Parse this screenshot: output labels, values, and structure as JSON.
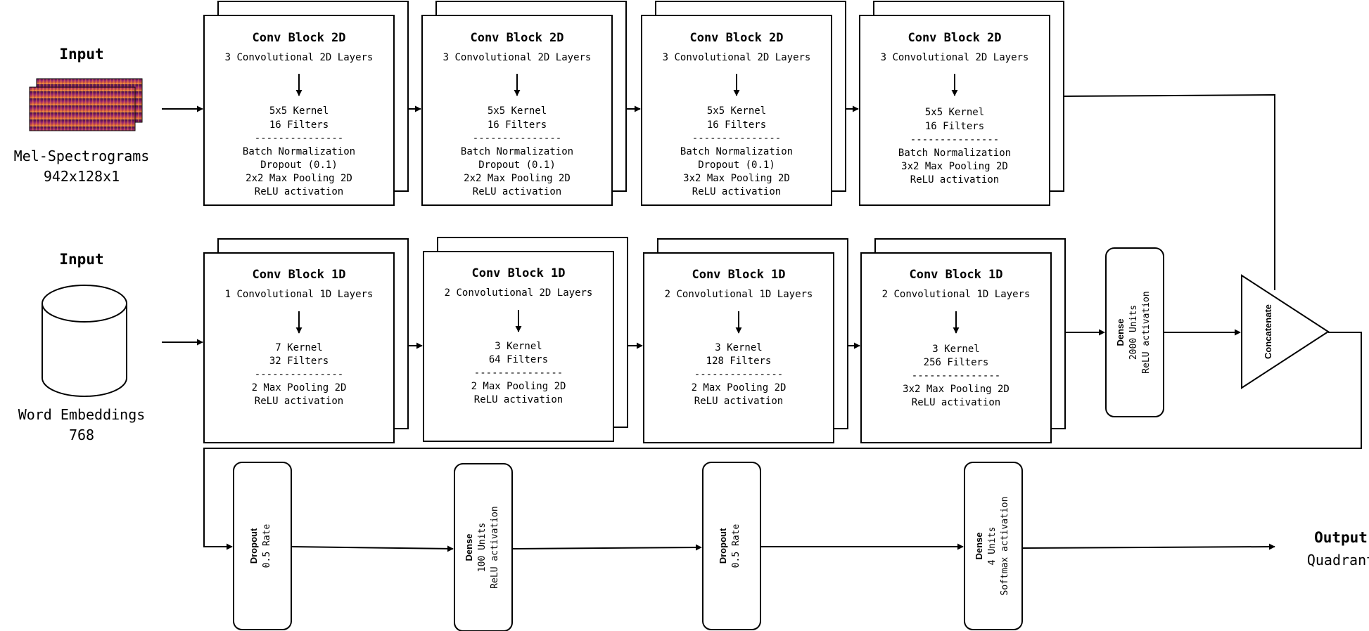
{
  "inputs": {
    "spectrogram": {
      "title": "Input",
      "label_line1": "Mel-Spectrograms",
      "label_line2": "942x128x1"
    },
    "embeddings": {
      "title": "Input",
      "label_line1": "Word Embeddings",
      "label_line2": "768"
    }
  },
  "conv2d_blocks": [
    {
      "title": "Conv Block 2D",
      "subtitle": "3 Convolutional 2D Layers",
      "lines": [
        "5x5 Kernel",
        "16 Filters",
        "---------------",
        "Batch Normalization",
        "Dropout (0.1)",
        "2x2 Max Pooling 2D",
        "ReLU activation"
      ]
    },
    {
      "title": "Conv Block 2D",
      "subtitle": "3 Convolutional 2D Layers",
      "lines": [
        "5x5 Kernel",
        "16 Filters",
        "---------------",
        "Batch Normalization",
        "Dropout (0.1)",
        "2x2 Max Pooling 2D",
        "ReLU activation"
      ]
    },
    {
      "title": "Conv Block 2D",
      "subtitle": "3 Convolutional 2D Layers",
      "lines": [
        "5x5 Kernel",
        "16 Filters",
        "---------------",
        "Batch Normalization",
        "Dropout (0.1)",
        "3x2 Max Pooling 2D",
        "ReLU activation"
      ]
    },
    {
      "title": "Conv Block 2D",
      "subtitle": "3 Convolutional 2D Layers",
      "lines": [
        "5x5 Kernel",
        "16 Filters",
        "---------------",
        "Batch Normalization",
        "3x2 Max Pooling 2D",
        "ReLU activation"
      ]
    }
  ],
  "conv1d_blocks": [
    {
      "title": "Conv Block 1D",
      "subtitle": "1 Convolutional 1D Layers",
      "lines": [
        "7 Kernel",
        "32 Filters",
        "---------------",
        "2 Max Pooling 2D",
        "ReLU activation"
      ]
    },
    {
      "title": "Conv Block 1D",
      "subtitle": "2 Convolutional 2D Layers",
      "lines": [
        "3 Kernel",
        "64 Filters",
        "---------------",
        "2 Max Pooling 2D",
        "ReLU activation"
      ]
    },
    {
      "title": "Conv Block 1D",
      "subtitle": "2 Convolutional 1D Layers",
      "lines": [
        "3 Kernel",
        "128 Filters",
        "---------------",
        "2 Max Pooling 2D",
        "ReLU activation"
      ]
    },
    {
      "title": "Conv Block 1D",
      "subtitle": "2 Convolutional 1D Layers",
      "lines": [
        "3 Kernel",
        "256 Filters",
        "---------------",
        "3x2 Max Pooling 2D",
        "ReLU activation"
      ]
    }
  ],
  "dense_top": {
    "title": "Dense",
    "line1": "2000 Units",
    "line2": "ReLU activation"
  },
  "concatenate": {
    "label": "Concatenate"
  },
  "bottom_layers": [
    {
      "title": "Dropout",
      "line1": "0.5 Rate",
      "line2": ""
    },
    {
      "title": "Dense",
      "line1": "100 Units",
      "line2": "ReLU activation"
    },
    {
      "title": "Dropout",
      "line1": "0.5 Rate",
      "line2": ""
    },
    {
      "title": "Dense",
      "line1": "4 Units",
      "line2": "Softmax activation"
    }
  ],
  "output": {
    "title": "Output",
    "label": "Quadrant"
  },
  "colors": {
    "stroke": "#000000",
    "spectrogram_dark": "#4a0a4e",
    "spectrogram_mid": "#c2417a",
    "spectrogram_hot": "#f7a13a"
  }
}
